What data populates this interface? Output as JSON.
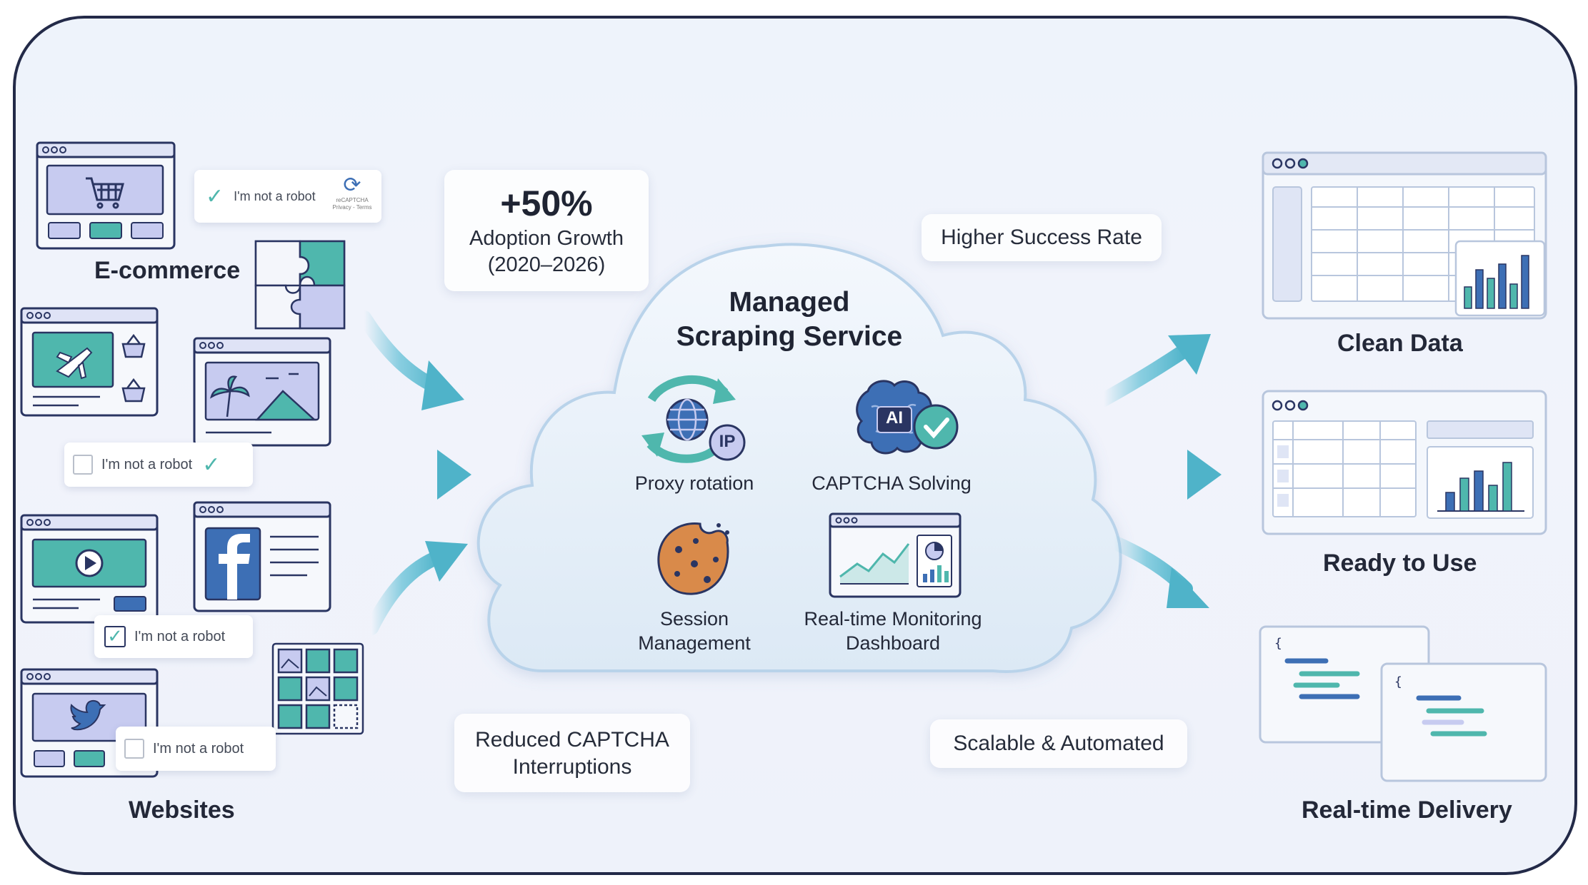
{
  "websites": {
    "ecommerce_label": "E-commerce",
    "websites_label": "Websites",
    "captcha_text": "I'm not a robot",
    "recaptcha_brand": "reCAPTCHA",
    "recaptcha_terms": "Privacy - Terms"
  },
  "stats": {
    "growth_value": "+50%",
    "growth_label": "Adoption Growth",
    "growth_period": "(2020–2026)",
    "higher_success": "Higher Success Rate",
    "reduced_captcha_l1": "Reduced CAPTCHA",
    "reduced_captcha_l2": "Interruptions",
    "scalable": "Scalable & Automated"
  },
  "service": {
    "title_l1": "Managed",
    "title_l2": "Scraping Service",
    "proxy": "Proxy rotation",
    "ip_badge": "IP",
    "captcha": "CAPTCHA Solving",
    "ai_badge": "AI",
    "session_l1": "Session",
    "session_l2": "Management",
    "monitor_l1": "Real-time Monitoring",
    "monitor_l2": "Dashboard"
  },
  "outputs": {
    "clean_data": "Clean Data",
    "ready_to_use": "Ready to Use",
    "realtime_delivery": "Real-time Delivery"
  },
  "colors": {
    "teal": "#4fb7ad",
    "teal_dark": "#2f8f88",
    "lavender": "#c7cbf0",
    "navy": "#2a3562",
    "blue": "#3d6fb5",
    "frame": "#232a48"
  }
}
